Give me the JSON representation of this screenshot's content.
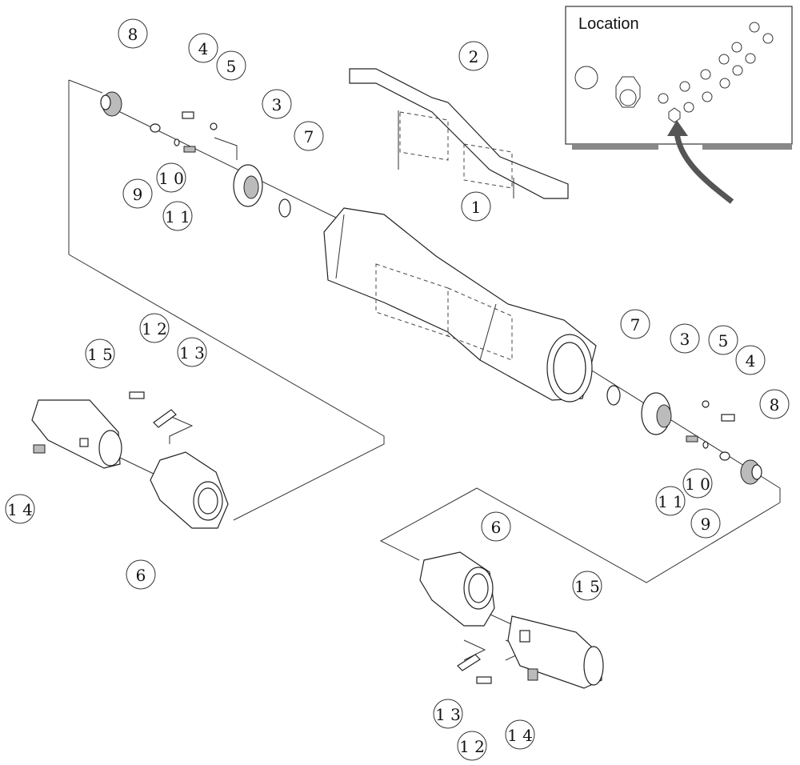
{
  "location_panel": {
    "title": "Location"
  },
  "callouts": [
    {
      "id": "c8a",
      "label": "8"
    },
    {
      "id": "c4a",
      "label": "4"
    },
    {
      "id": "c5a",
      "label": "5"
    },
    {
      "id": "c3a",
      "label": "3"
    },
    {
      "id": "c7a",
      "label": "7"
    },
    {
      "id": "c2",
      "label": "2"
    },
    {
      "id": "c1",
      "label": "1"
    },
    {
      "id": "c9a",
      "label": "9"
    },
    {
      "id": "c10a",
      "label": "1 0"
    },
    {
      "id": "c11a",
      "label": "1 1"
    },
    {
      "id": "c12a",
      "label": "1 2"
    },
    {
      "id": "c13a",
      "label": "1 3"
    },
    {
      "id": "c15a",
      "label": "1 5"
    },
    {
      "id": "c14a",
      "label": "1 4"
    },
    {
      "id": "c6a",
      "label": "6"
    },
    {
      "id": "c7b",
      "label": "7"
    },
    {
      "id": "c3b",
      "label": "3"
    },
    {
      "id": "c5b",
      "label": "5"
    },
    {
      "id": "c4b",
      "label": "4"
    },
    {
      "id": "c8b",
      "label": "8"
    },
    {
      "id": "c10b",
      "label": "1 0"
    },
    {
      "id": "c11b",
      "label": "1 1"
    },
    {
      "id": "c9b",
      "label": "9"
    },
    {
      "id": "c6b",
      "label": "6"
    },
    {
      "id": "c15b",
      "label": "1 5"
    },
    {
      "id": "c13b",
      "label": "1 3"
    },
    {
      "id": "c12b",
      "label": "1 2"
    },
    {
      "id": "c14b",
      "label": "1 4"
    }
  ]
}
